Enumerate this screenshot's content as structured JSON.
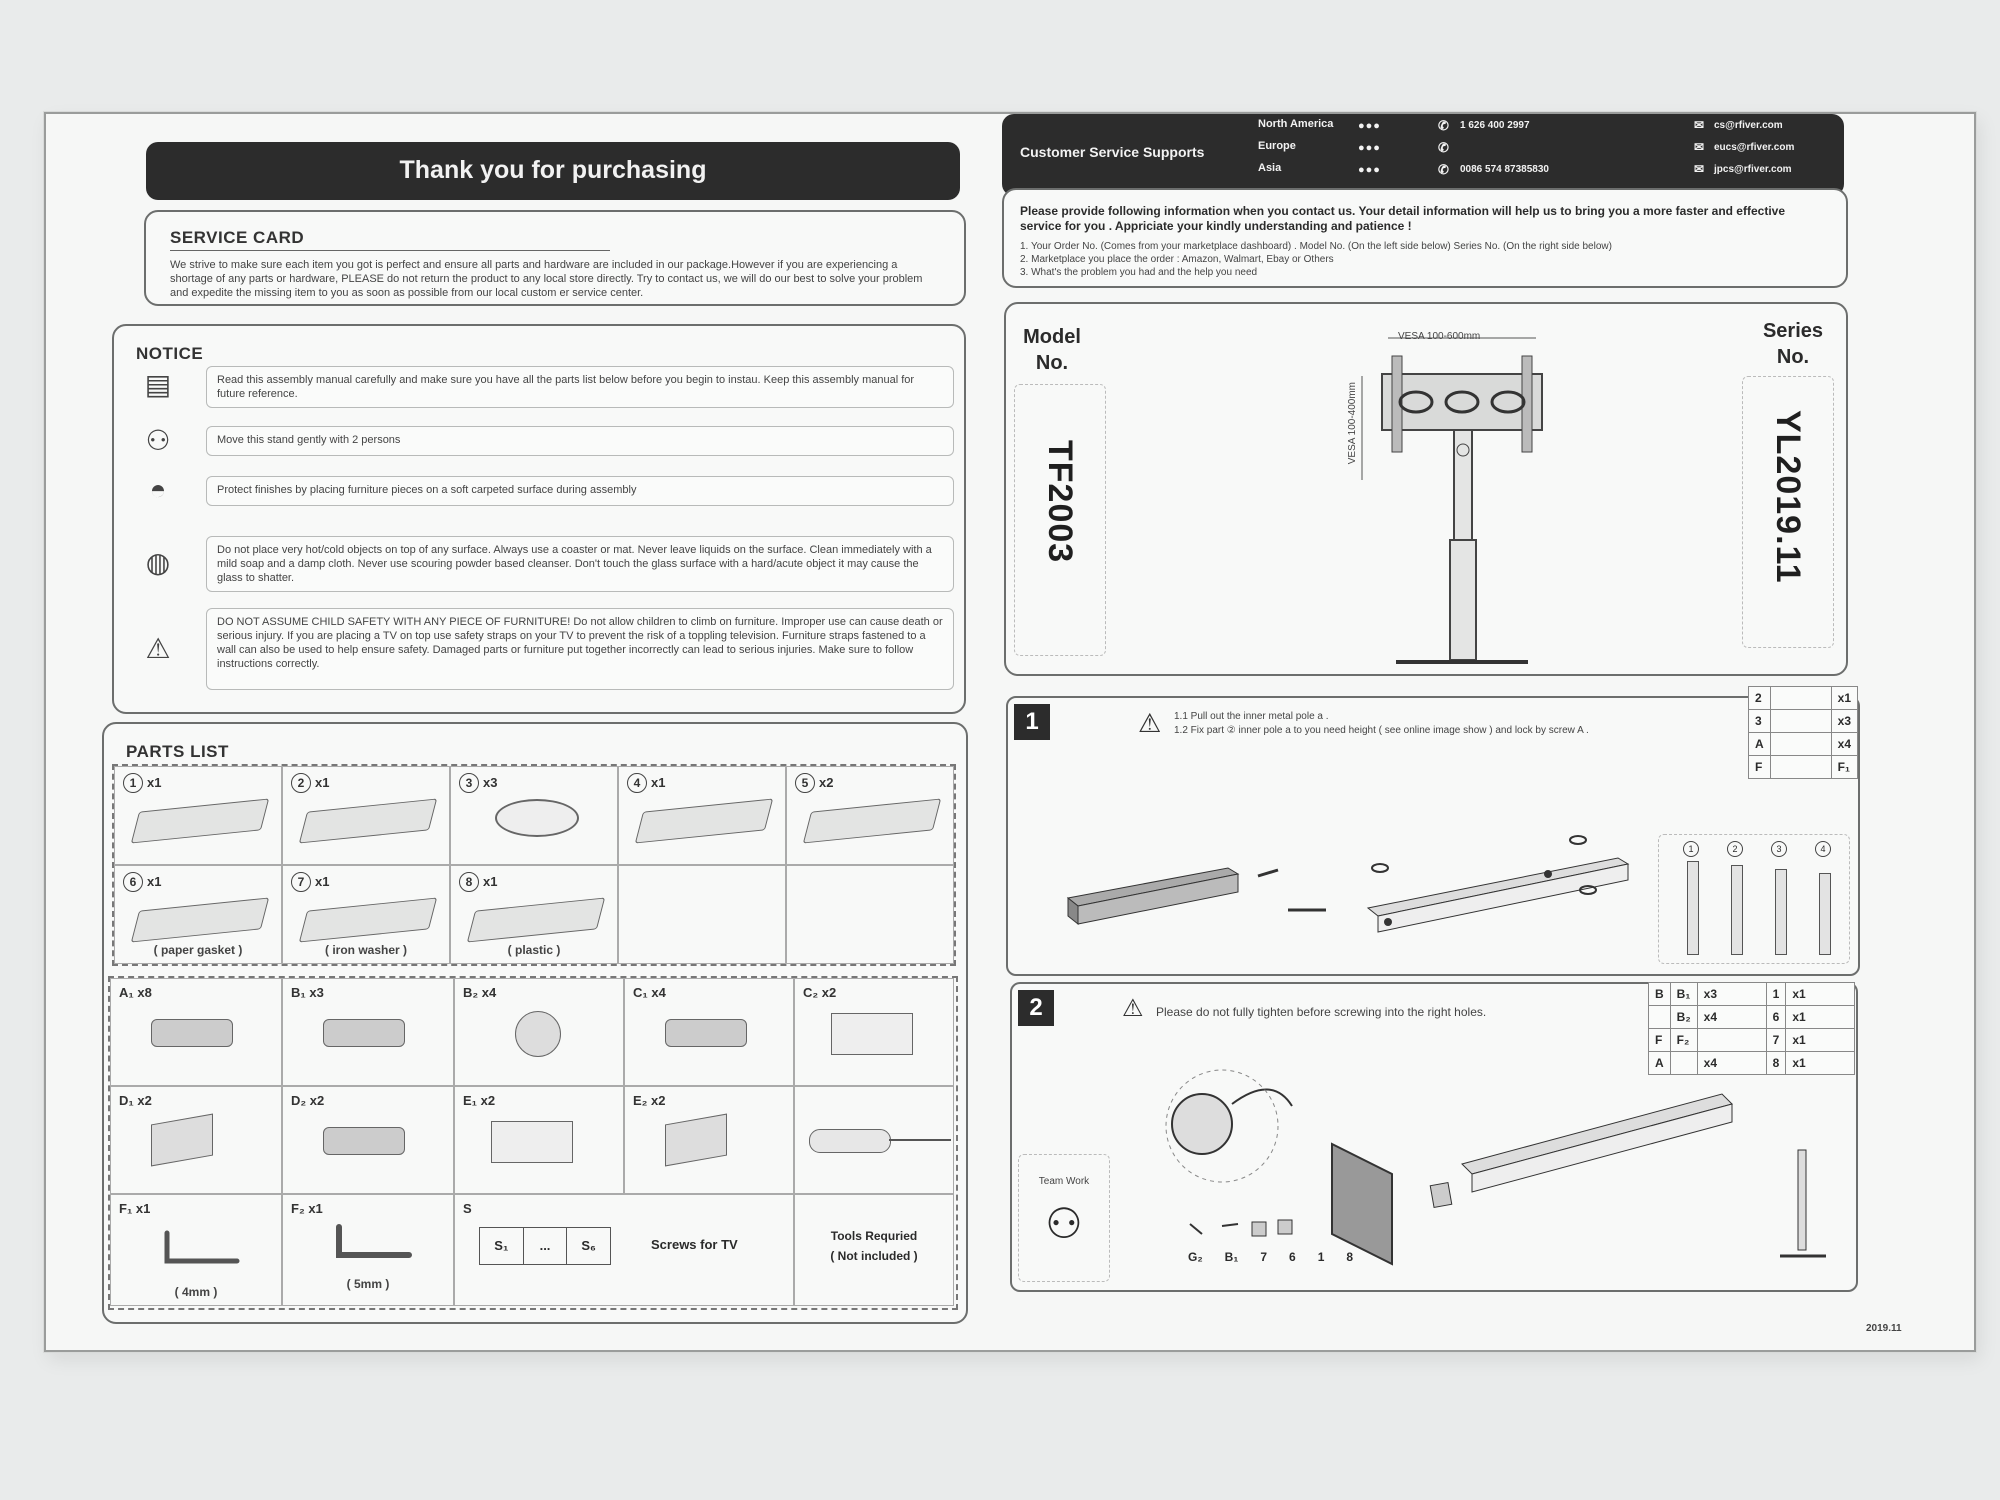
{
  "left": {
    "banner_title": "Thank you for purchasing",
    "service_card": {
      "heading": "SERVICE CARD",
      "text": "We strive to make sure each item you got is perfect and ensure all parts and hardware are included in our package.However if you are experiencing a shortage of any parts or hardware, PLEASE do not return the product to any local store directly. Try to contact us, we will do our best to solve your problem and expedite the missing item to you as soon as possible from our local custom er service center."
    },
    "notice": {
      "heading": "NOTICE",
      "rows": [
        {
          "icon": "manual-icon",
          "glyph": "▤",
          "text": "Read this assembly manual carefully and make sure you have all the parts list below before you begin to instau.  Keep this assembly manual for future reference."
        },
        {
          "icon": "two-persons-icon",
          "glyph": "⚇",
          "text": "Move this stand gently with 2 persons"
        },
        {
          "icon": "surface-icon",
          "glyph": "◓",
          "text": "Protect finishes by placing furniture pieces on a soft carpeted surface during assembly"
        },
        {
          "icon": "glass-icon",
          "glyph": "◍",
          "text": "Do not place very hot/cold objects on top of any surface. Always use a coaster or mat. Never  leave liquids on the surface. Clean immediately with  a mild soap and a damp cloth. Never use  scouring powder based cleanser. Don't touch the glass surface with a hard/acute object it may  cause the glass to shatter."
        },
        {
          "icon": "warning-icon",
          "glyph": "⚠",
          "text": "DO NOT ASSUME CHILD SAFETY WITH ANY PIECE OF FURNITURE! Do not allow children to climb on furniture. Improper use can cause death or serious injury. If you are placing a TV on top use safety straps on your TV to prevent the risk of a toppling television. Furniture straps fastened to a wall can also be used to help ensure safety. Damaged parts or furniture put together incorrectly can lead to serious injuries. Make sure to follow  instructions correctly."
        }
      ]
    },
    "parts_list": {
      "heading": "PARTS LIST",
      "parts": [
        {
          "num": "1",
          "qty": "x1",
          "caption": ""
        },
        {
          "num": "2",
          "qty": "x1",
          "caption": ""
        },
        {
          "num": "3",
          "qty": "x3",
          "caption": ""
        },
        {
          "num": "4",
          "qty": "x1",
          "caption": ""
        },
        {
          "num": "5",
          "qty": "x2",
          "caption": ""
        },
        {
          "num": "6",
          "qty": "x1",
          "caption": "( paper gasket )"
        },
        {
          "num": "7",
          "qty": "x1",
          "caption": "( iron washer )"
        },
        {
          "num": "8",
          "qty": "x1",
          "caption": "( plastic )"
        }
      ],
      "hardware": [
        {
          "label": "A₁ x8"
        },
        {
          "label": "B₁ x3"
        },
        {
          "label": "B₂ x4"
        },
        {
          "label": "C₁ x4"
        },
        {
          "label": "C₂ x2"
        },
        {
          "label": "D₁ x2"
        },
        {
          "label": "D₂ x2"
        },
        {
          "label": "E₁ x2"
        },
        {
          "label": "E₂ x2"
        }
      ],
      "f1": {
        "label": "F₁ x1",
        "caption": "( 4mm )"
      },
      "f2": {
        "label": "F₂ x1",
        "caption": "( 5mm )"
      },
      "s_label": "S",
      "s_boxes": [
        "S₁",
        "...",
        "S₆"
      ],
      "screws_for_tv": "Screws for TV",
      "tools_required": "Tools Requried",
      "tools_note": "( Not included )"
    }
  },
  "right": {
    "cs_title": "Customer Service Supports",
    "regions": [
      {
        "name": "North America",
        "phone": "1 626 400 2997",
        "email": "cs@rfiver.com"
      },
      {
        "name": "Europe",
        "phone": "",
        "email": "eucs@rfiver.com"
      },
      {
        "name": "Asia",
        "phone": "0086 574 87385830",
        "email": "jpcs@rfiver.com"
      }
    ],
    "info_intro": "Please provide following information when you contact us. Your detail information will help us to bring you a more faster and effective service for you . Appriciate your kindly understanding and patience !",
    "info_list": [
      "1. Your Order No. (Comes from your marketplace dashboard) . Model No. (On the left side below) Series No. (On the right side below)",
      "2. Marketplace you place the order : Amazon, Walmart, Ebay or Others",
      "3. What's the problem you had and the help you need"
    ],
    "model_label": "Model No.",
    "model_value": "TF2003",
    "series_label": "Series No.",
    "series_value": "YL2019.11",
    "vesa_h": "VESA 100-600mm",
    "vesa_v": "VESA 100-400mm",
    "step1": {
      "num": "1",
      "line1": "1.1  Pull out the inner metal pole a .",
      "line2": "1.2  Fix part ② inner pole a to you need height ( see online image show ) and lock by screw  A .",
      "parts": [
        {
          "id": "2",
          "qty": "x1"
        },
        {
          "id": "3",
          "qty": "x3"
        },
        {
          "id": "A",
          "qty": "x4"
        },
        {
          "id": "F",
          "qty": "F₁"
        }
      ],
      "heights": [
        "1",
        "2",
        "3",
        "4"
      ]
    },
    "step2": {
      "num": "2",
      "warning": "Please do not fully tighten before screwing into the right holes.",
      "team_work": "Team Work",
      "table": [
        [
          "B",
          "B₁",
          "x3",
          "1",
          "x1"
        ],
        [
          "",
          "B₂",
          "x4",
          "6",
          "x1"
        ],
        [
          "F",
          "F₂",
          "",
          "7",
          "x1"
        ],
        [
          "A",
          "",
          "x4",
          "8",
          "x1"
        ]
      ],
      "labels": [
        "G₂",
        "B₁",
        "7",
        "6",
        "1",
        "8"
      ]
    },
    "date": "2019.11"
  }
}
